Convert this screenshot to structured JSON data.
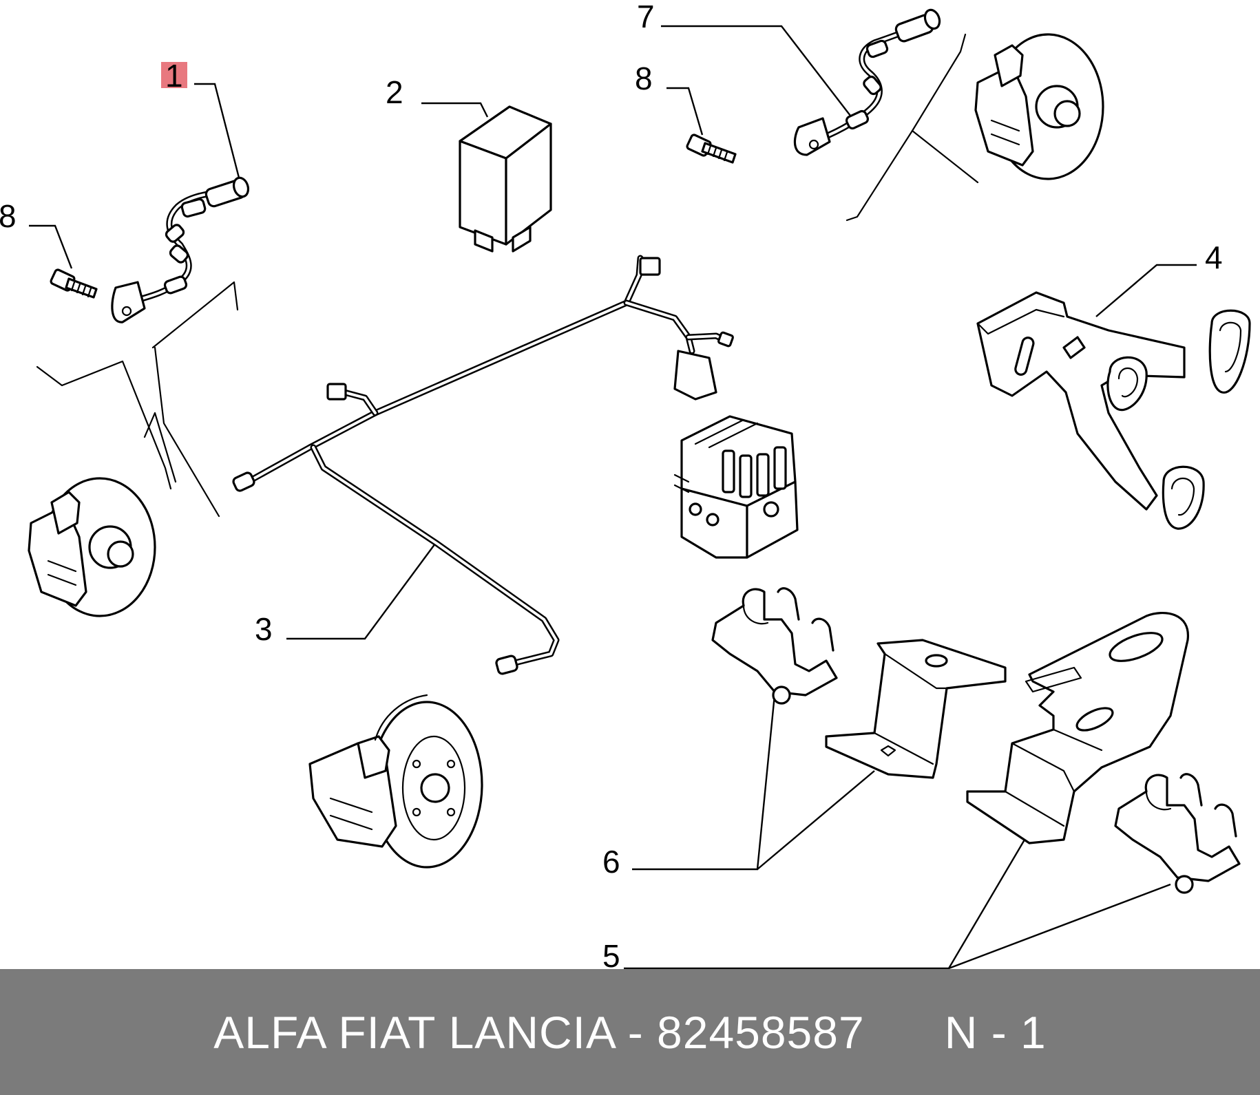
{
  "callouts": [
    {
      "id": "1",
      "label": "1",
      "highlighted": true
    },
    {
      "id": "2",
      "label": "2"
    },
    {
      "id": "3",
      "label": "3"
    },
    {
      "id": "4",
      "label": "4"
    },
    {
      "id": "5",
      "label": "5"
    },
    {
      "id": "6",
      "label": "6"
    },
    {
      "id": "7",
      "label": "7"
    },
    {
      "id": "8a",
      "label": "8"
    },
    {
      "id": "8b",
      "label": "8"
    }
  ],
  "footer": {
    "brand": "ALFA FIAT LANCIA",
    "separator": " - ",
    "part_number": "82458587",
    "position": "N - 1"
  },
  "colors": {
    "highlight": "#e8787f",
    "footer_bg": "#7b7b7b",
    "footer_text": "#ffffff"
  }
}
